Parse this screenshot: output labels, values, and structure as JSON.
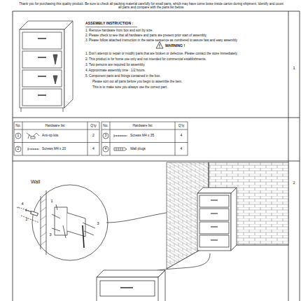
{
  "diagram": {
    "labels": [
      "Thank you for purchasing this quality product. Be sure to check all packing material carefully for small parts, which may have come loose inside carton during shipment. Identify and count all parts and compare with the parts list below.",
      "ASSEMBLY INSTRUCTION :",
      "1. Remove hardware from box and sort by size.",
      "2. Please check to see that all hardware and parts are present prior start of assembly.",
      "3. Please follow attached instruction in the same sequence as numbered to assure fast and easy assembly",
      "WARNING !",
      "1. Don't attempt to repair or modify parts that are broken or defective. Please contact the store immediately.",
      "2. This product is for home use  only and not intended for commercial establishments.",
      "3. Two persons are required for assembly.",
      "4. Approximate assembly time : 1/2 hours.",
      "5. Component parts and fittings contained in the box.",
      "Please sort out all parts before you begin to assemble the item.",
      "This is to make sure  you always use the correct part .",
      "1",
      "2",
      "No.",
      "Hardware list",
      "Q'ty",
      "No.",
      "Hardware list",
      "Q'ty",
      "1",
      "Anti-tip kits",
      "2",
      "3",
      "Screws M4 x 35",
      "4",
      "2",
      "Screws M4 x 20",
      "4",
      "4",
      "Wall plugs",
      "4",
      "Wall",
      "4",
      "2",
      "1",
      "3",
      "3"
    ]
  }
}
